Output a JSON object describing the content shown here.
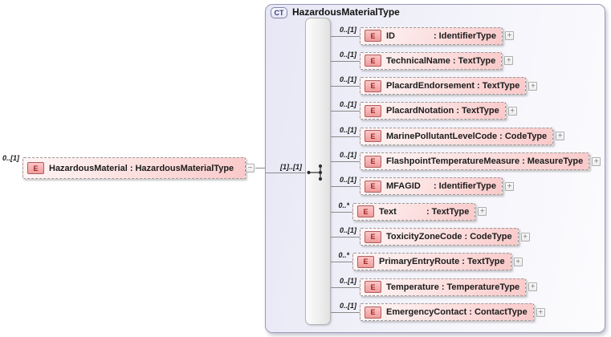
{
  "icons": {
    "expand": "+",
    "collapse": "−",
    "element_letter": "E"
  },
  "separator": ":",
  "root_element": {
    "cardinality_label": "0..[1]",
    "name": "HazardousMaterial",
    "type": "HazardousMaterialType"
  },
  "connector": {
    "cardinality_label": "[1]..[1]"
  },
  "complex_type": {
    "badge_label": "CT",
    "title": "HazardousMaterialType",
    "compositor": "sequence",
    "children": [
      {
        "cardinality_label": "0..[1]",
        "name": "ID",
        "type": "IdentifierType"
      },
      {
        "cardinality_label": "0..[1]",
        "name": "TechnicalName",
        "type": "TextType"
      },
      {
        "cardinality_label": "0..[1]",
        "name": "PlacardEndorsement",
        "type": "TextType"
      },
      {
        "cardinality_label": "0..[1]",
        "name": "PlacardNotation",
        "type": "TextType"
      },
      {
        "cardinality_label": "0..[1]",
        "name": "MarinePollutantLevelCode",
        "type": "CodeType"
      },
      {
        "cardinality_label": "0..[1]",
        "name": "FlashpointTemperatureMeasure",
        "type": "MeasureType"
      },
      {
        "cardinality_label": "0..[1]",
        "name": "MFAGID",
        "type": "IdentifierType"
      },
      {
        "cardinality_label": "0..*",
        "name": "Text",
        "type": "TextType"
      },
      {
        "cardinality_label": "0..[1]",
        "name": "ToxicityZoneCode",
        "type": "CodeType"
      },
      {
        "cardinality_label": "0..*",
        "name": "PrimaryEntryRoute",
        "type": "TextType"
      },
      {
        "cardinality_label": "0..[1]",
        "name": "Temperature",
        "type": "TemperatureType"
      },
      {
        "cardinality_label": "0..[1]",
        "name": "EmergencyContact",
        "type": "ContactType"
      }
    ]
  },
  "colors": {
    "element_fill": "#fcdede",
    "element_border": "#9c9c9c",
    "element_icon_fill": "#f5b1b1",
    "element_icon_border": "#b05c5c",
    "element_icon_text": "#9c2525",
    "complex_type_fill": "#ececf8",
    "complex_type_border": "#9a9aba",
    "compositor_bar_fill": "#ededed",
    "compositor_bar_border": "#b4b4b4",
    "connector_line": "#8a8a8a",
    "text": "#1c1c1c"
  }
}
